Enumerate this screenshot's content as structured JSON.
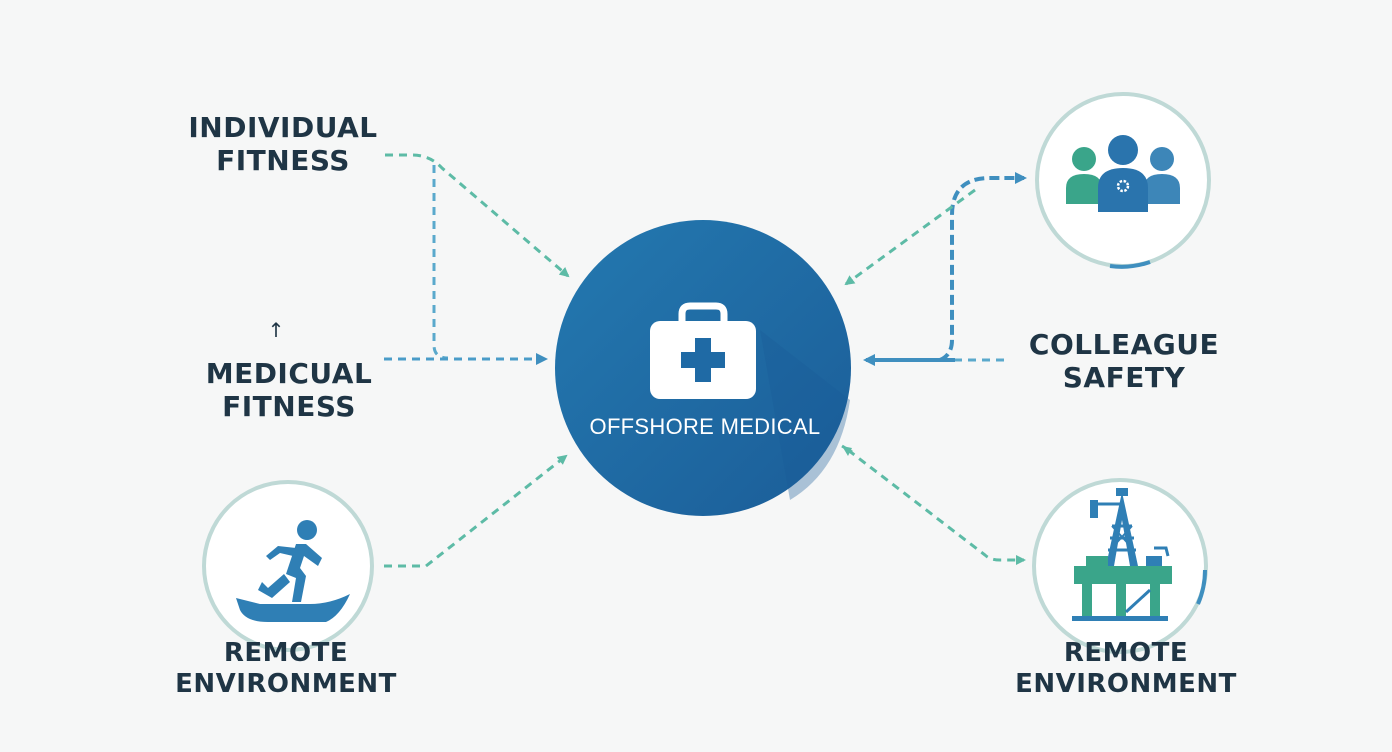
{
  "hub": {
    "label": "OFFSHORE MEDICAL",
    "icon": "medical-kit-icon"
  },
  "nodes": {
    "individual_fitness": {
      "line1": "INDIVIDUAL",
      "line2": "FITNESS"
    },
    "medical_fitness": {
      "line1": "MEDICUAL",
      "line2": "FITNESS",
      "marker": "↑"
    },
    "remote_environment_left": {
      "line1": "REMOTE",
      "line2": "ENVIRONMENT",
      "icon": "runner-on-boat-icon"
    },
    "colleague_safety": {
      "line1": "COLLEAGUE",
      "line2": "SAFETY",
      "icon": "team-group-icon"
    },
    "remote_environment_right": {
      "line1": "REMOTE",
      "line2": "ENVIRONMENT",
      "icon": "oil-rig-icon"
    }
  },
  "colors": {
    "hub": "#1f6aa5",
    "teal_dash": "#5dbba6",
    "blue_dash": "#4a9cc8",
    "ring": "#bfd9d6",
    "text": "#1f3545",
    "icon_blue": "#2f7fb5",
    "icon_green": "#3aa58a"
  }
}
